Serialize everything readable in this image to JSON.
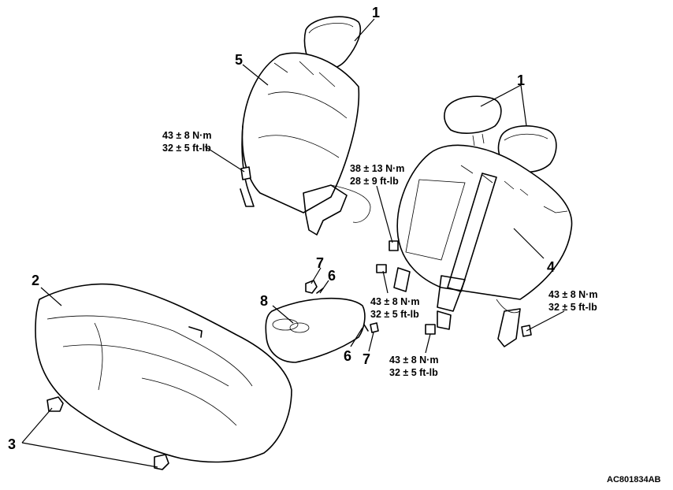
{
  "diagram": {
    "callouts": {
      "c1_top": "1",
      "c1_right": "1",
      "c2": "2",
      "c3": "3",
      "c4": "4",
      "c5": "5",
      "c6_a": "6",
      "c6_b": "6",
      "c7_a": "7",
      "c7_b": "7",
      "c8": "8"
    },
    "torques": {
      "left_back": {
        "nm": "43 ± 8 N·m",
        "ftlb": "32 ± 5 ft-lb"
      },
      "center_upper": {
        "nm": "38 ± 13 N·m",
        "ftlb": "28 ± 9 ft-lb"
      },
      "center_mid": {
        "nm": "43 ± 8 N·m",
        "ftlb": "32 ± 5 ft-lb"
      },
      "center_low": {
        "nm": "43 ± 8 N·m",
        "ftlb": "32 ± 5 ft-lb"
      },
      "right_back": {
        "nm": "43 ± 8 N·m",
        "ftlb": "32 ± 5 ft-lb"
      }
    },
    "figure_code": "AC801834AB"
  }
}
